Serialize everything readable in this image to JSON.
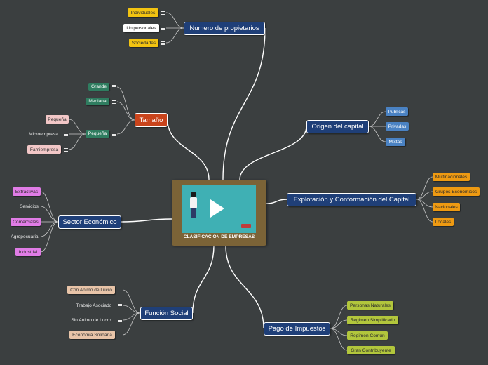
{
  "colors": {
    "background": "#3b3f40",
    "main_topic": "#1f3f78",
    "tamano_topic": "#c9441c",
    "center": "#7b6337",
    "connector": "#ffffff"
  },
  "central": {
    "label": "CLASIFICACIÓN DE EMPRESAS",
    "thumbnail_text": "",
    "play_icon": "play-icon"
  },
  "topics": {
    "propietarios": {
      "label": "Numero de propietarios"
    },
    "tamano": {
      "label": "Tamaño"
    },
    "origen": {
      "label": "Origen del capital"
    },
    "explotacion": {
      "label": "Explotación y Conformación del Capital"
    },
    "sector": {
      "label": "Sector Económico"
    },
    "funcion": {
      "label": "Función Social"
    },
    "impuestos": {
      "label": "Pago de Impuestos"
    }
  },
  "subtopics": {
    "individuales": "Individuales",
    "unipersonales": "Unipersonales",
    "sociedades": "Sociedades",
    "grande": "Grande",
    "mediana": "Mediana",
    "pequena_main": "Pequeña",
    "pequena_sub": "Pequeña",
    "microempresa": "Microempresa",
    "famiempresa": "Famiempresa",
    "publicas": "Publicas",
    "privadas": "Privadas",
    "mixtas": "Mixtas",
    "multinacionales": "Multinacionales",
    "grupos": "Grupos Económicos",
    "nacionales": "Nacionales",
    "locales": "Locales",
    "extractivas": "Extractivas",
    "servicios": "Servicios",
    "comerciales": "Comerciales",
    "agropecuaria": "Agropecuaria",
    "industrial": "Industrial",
    "con_animo": "Con Animo de Lucro",
    "trabajo": "Trabajo Asociado",
    "sin_animo": "Sin Animo de Lucro",
    "solidaria": "Económia Solidaria",
    "naturales": "Personas Naturales",
    "simplificado": "Regimen Simplificado",
    "comun": "Regimen Común",
    "gran": "Gran Contribuyente"
  }
}
